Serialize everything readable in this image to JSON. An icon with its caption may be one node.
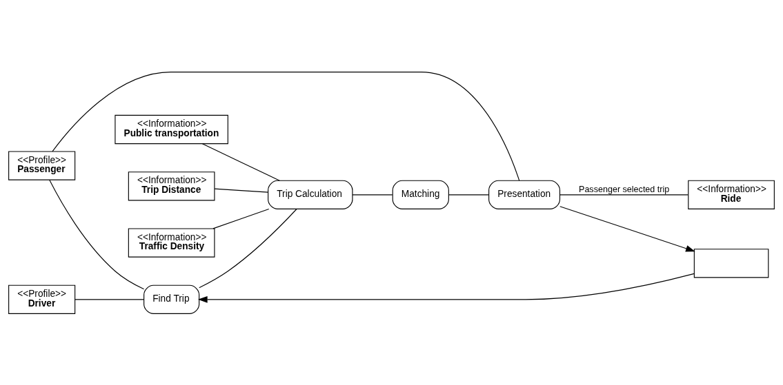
{
  "diagram": {
    "nodes": [
      {
        "text": [
          "<<Profile>>",
          "Passenger"
        ]
      },
      {
        "text": [
          "<<Profile>>",
          "Driver"
        ]
      },
      {
        "text": [
          "<<Information>>",
          "Public transportation"
        ]
      },
      {
        "text": [
          "<<Information>>",
          "Trip Distance"
        ]
      },
      {
        "text": [
          "<<Information>>",
          "Traffic Density"
        ]
      },
      {
        "text": [
          "Find Trip"
        ]
      },
      {
        "text": [
          "Trip Calculation"
        ]
      },
      {
        "text": [
          "Matching"
        ]
      },
      {
        "text": [
          "Presentation"
        ]
      },
      {
        "text": [
          "<<Information>>",
          "Ride"
        ]
      },
      {
        "text": [],
        "shape": "box"
      }
    ],
    "edges": [
      {
        "from": 0,
        "to": 8,
        "arrow": "none"
      },
      {
        "from": 0,
        "to": 5,
        "arrow": "none"
      },
      {
        "from": 1,
        "to": 5,
        "arrow": "none"
      },
      {
        "from": 2,
        "to": 6,
        "arrow": "none"
      },
      {
        "from": 3,
        "to": 6,
        "arrow": "none"
      },
      {
        "from": 4,
        "to": 6,
        "arrow": "none"
      },
      {
        "from": 5,
        "to": 6,
        "arrow": "none"
      },
      {
        "from": 6,
        "to": 7,
        "arrow": "none"
      },
      {
        "from": 7,
        "to": 8,
        "arrow": "none"
      },
      {
        "from": 8,
        "to": 9,
        "arrow": "none",
        "label": "Passenger selected trip"
      },
      {
        "from": 8,
        "to": 10,
        "arrow": "to"
      },
      {
        "from": 10,
        "to": 5,
        "arrow": "to"
      }
    ]
  }
}
